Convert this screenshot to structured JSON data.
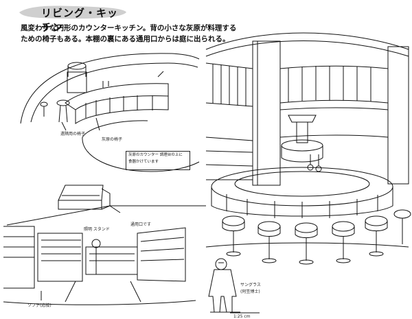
{
  "page": {
    "title": "リビング・キッチン",
    "description_line1": "風変わりな円形のカウンターキッチン。背の小さな灰原が料理する",
    "description_line2": "ための椅子もある。本棚の裏にある通用口からは庭に出られる。"
  },
  "annotations": {
    "chair_note": "遠隔用の椅子",
    "counter_note": "灰原の椅子",
    "cupboard_note_line1": "灰原のカウンター 調理台の上に",
    "cupboard_note_line2": "食器かけています",
    "lamp_note": "照明 スタンド",
    "service_door_note": "通用口です",
    "sofa_note": "ソファ(応接)",
    "character_note_line1": "サングラス",
    "character_note_line2": "(阿笠博士)",
    "scale_note": "1:25 cm"
  },
  "colors": {
    "ink": "#111111",
    "paper": "#ffffff",
    "title_bg": "#cfcfcf"
  }
}
